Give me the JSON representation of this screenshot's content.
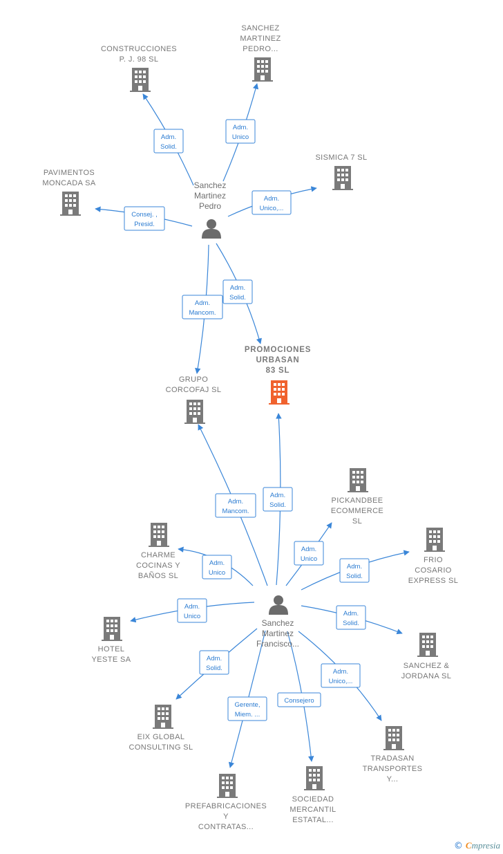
{
  "colors": {
    "edge": "#3a86d8",
    "building": "#7a7a7a",
    "building_main": "#f0622e",
    "person": "#6b6b6b"
  },
  "persons": {
    "pedro": {
      "label": [
        "Sanchez",
        "Martinez",
        "Pedro"
      ],
      "icon": "person-icon"
    },
    "francisco": {
      "label": [
        "Sanchez",
        "Martinez",
        "Francisco..."
      ],
      "icon": "person-icon"
    }
  },
  "companies": {
    "construcciones": {
      "label": [
        "CONSTRUCCIONES",
        "P. J. 98  SL"
      ],
      "main": false
    },
    "sanchez_martinez_pedro": {
      "label": [
        "SANCHEZ",
        "MARTINEZ",
        "PEDRO..."
      ],
      "main": false
    },
    "pavimentos": {
      "label": [
        "PAVIMENTOS",
        "MONCADA SA"
      ],
      "main": false
    },
    "sismica": {
      "label": [
        "SISMICA 7 SL"
      ],
      "main": false
    },
    "promociones": {
      "label": [
        "PROMOCIONES",
        "URBASAN",
        "83  SL"
      ],
      "main": true
    },
    "grupo": {
      "label": [
        "GRUPO",
        "CORCOFAJ  SL"
      ],
      "main": false
    },
    "pickandbee": {
      "label": [
        "PICKANDBEE",
        "ECOMMERCE",
        "SL"
      ],
      "main": false
    },
    "charme": {
      "label": [
        "CHARME",
        "COCINAS Y",
        "BAÑOS  SL"
      ],
      "main": false
    },
    "frio": {
      "label": [
        "FRIO",
        "COSARIO",
        "EXPRESS  SL"
      ],
      "main": false
    },
    "hotel": {
      "label": [
        "HOTEL",
        "YESTE SA"
      ],
      "main": false
    },
    "sanchez_jordana": {
      "label": [
        "SANCHEZ &",
        "JORDANA SL"
      ],
      "main": false
    },
    "eix": {
      "label": [
        "EIX GLOBAL",
        "CONSULTING SL"
      ],
      "main": false
    },
    "tradasan": {
      "label": [
        "TRADASAN",
        "TRANSPORTES",
        "Y..."
      ],
      "main": false
    },
    "prefabricaciones": {
      "label": [
        "PREFABRICACIONES",
        "Y",
        "CONTRATAS..."
      ],
      "main": false
    },
    "sociedad": {
      "label": [
        "SOCIEDAD",
        "MERCANTIL",
        "ESTATAL..."
      ],
      "main": false
    }
  },
  "edges": [
    {
      "id": "pedro-construcciones",
      "label": [
        "Adm.",
        "Solid."
      ]
    },
    {
      "id": "pedro-sanchezmartinez",
      "label": [
        "Adm.",
        "Unico"
      ]
    },
    {
      "id": "pedro-pavimentos",
      "label": [
        "Consej. ,",
        "Presid."
      ]
    },
    {
      "id": "pedro-sismica",
      "label": [
        "Adm.",
        "Unico,..."
      ]
    },
    {
      "id": "pedro-promociones",
      "label": [
        "Adm.",
        "Solid."
      ]
    },
    {
      "id": "pedro-grupo",
      "label": [
        "Adm.",
        "Mancom."
      ]
    },
    {
      "id": "francisco-grupo",
      "label": [
        "Adm.",
        "Mancom."
      ]
    },
    {
      "id": "francisco-promociones",
      "label": [
        "Adm.",
        "Solid."
      ]
    },
    {
      "id": "francisco-pickandbee",
      "label": [
        "Adm.",
        "Unico"
      ]
    },
    {
      "id": "francisco-charme",
      "label": [
        "Adm.",
        "Unico"
      ]
    },
    {
      "id": "francisco-frio",
      "label": [
        "Adm.",
        "Solid."
      ]
    },
    {
      "id": "francisco-hotel",
      "label": [
        "Adm.",
        "Unico"
      ]
    },
    {
      "id": "francisco-sanchezjordana",
      "label": [
        "Adm.",
        "Solid."
      ]
    },
    {
      "id": "francisco-eix",
      "label": [
        "Adm.",
        "Solid."
      ]
    },
    {
      "id": "francisco-tradasan",
      "label": [
        "Adm.",
        "Unico,..."
      ]
    },
    {
      "id": "francisco-prefabricaciones",
      "label": [
        "Gerente,",
        "Miem. ..."
      ]
    },
    {
      "id": "francisco-sociedad",
      "label": [
        "Consejero"
      ]
    }
  ],
  "brand": {
    "copyright": "©",
    "initial": "C",
    "name": "mpresia"
  }
}
